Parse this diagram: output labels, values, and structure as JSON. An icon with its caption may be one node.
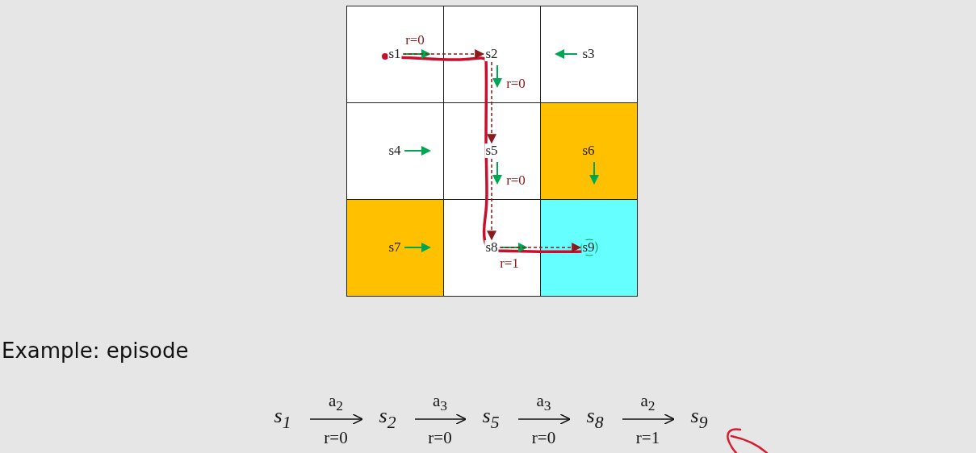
{
  "diagram": {
    "title": "Example: episode",
    "nodes": [
      {
        "text": [
          "s1"
        ]
      },
      {
        "text": [
          "s2"
        ]
      },
      {
        "text": [
          "s3"
        ]
      },
      {
        "text": [
          "s4"
        ]
      },
      {
        "text": [
          "s5"
        ]
      },
      {
        "text": [
          "s6"
        ]
      },
      {
        "text": [
          "s7"
        ]
      },
      {
        "text": [
          "s8"
        ]
      },
      {
        "text": [
          "s9"
        ]
      },
      {
        "text": [
          "s$_{1}$"
        ]
      },
      {
        "text": [
          "s$_{2}$"
        ]
      },
      {
        "text": [
          "s$_{5}$"
        ]
      },
      {
        "text": [
          "s$_{8}$"
        ]
      },
      {
        "text": [
          "s$_{9}$"
        ]
      }
    ],
    "edges": [
      {
        "from": 0,
        "to": 1,
        "arrow": "to",
        "label": "r=0",
        "style": "dashed",
        "color": "#8b1a1a"
      },
      {
        "from": 1,
        "to": 4,
        "arrow": "to",
        "label": "r=0",
        "style": "dashed",
        "color": "#8b1a1a"
      },
      {
        "from": 4,
        "to": 7,
        "arrow": "to",
        "label": "r=0",
        "style": "dashed",
        "color": "#8b1a1a"
      },
      {
        "from": 7,
        "to": 8,
        "arrow": "to",
        "label": "r=1",
        "style": "dashed",
        "color": "#8b1a1a"
      },
      {
        "from": 9,
        "to": 10,
        "arrow": "to",
        "label": "a$_{2}$ r=0",
        "color": "#111111"
      },
      {
        "from": 10,
        "to": 11,
        "arrow": "to",
        "label": "a$_{3}$ r=0",
        "color": "#111111"
      },
      {
        "from": 11,
        "to": 12,
        "arrow": "to",
        "label": "a$_{3}$ r=0",
        "color": "#111111"
      },
      {
        "from": 12,
        "to": 13,
        "arrow": "to",
        "label": "a$_{2}$ r=1",
        "color": "#111111"
      }
    ]
  }
}
